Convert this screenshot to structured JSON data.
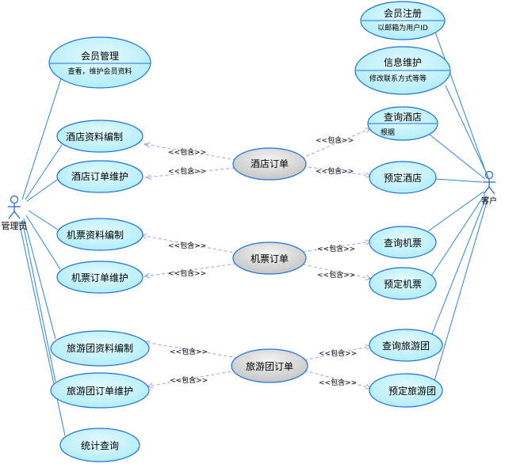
{
  "actors": {
    "admin": "管理员",
    "customer": "客户"
  },
  "include_label": "<<包含>>",
  "use_cases": {
    "member_register": {
      "title": "会员注册",
      "note": "以邮箱为用户ID"
    },
    "info_maintain": {
      "title": "信息维护",
      "note": "修改联系方式等等"
    },
    "member_manage": {
      "title": "会员管理",
      "note": "查看，维护会员资料"
    },
    "hotel_query": {
      "title": "查询酒店",
      "note": "根据"
    },
    "hotel_info_edit": {
      "title": "酒店资料编制"
    },
    "hotel_order_maintain": {
      "title": "酒店订单维护"
    },
    "hotel_order": {
      "title": "酒店订单"
    },
    "hotel_book": {
      "title": "预定酒店"
    },
    "ticket_info_edit": {
      "title": "机票资料编制"
    },
    "ticket_order_maintain": {
      "title": "机票订单维护"
    },
    "ticket_order": {
      "title": "机票订单"
    },
    "ticket_query": {
      "title": "查询机票"
    },
    "ticket_book": {
      "title": "预定机票"
    },
    "tour_info_edit": {
      "title": "旅游团资料编制"
    },
    "tour_order_maintain": {
      "title": "旅游团订单维护"
    },
    "tour_order": {
      "title": "旅游团订单"
    },
    "tour_query": {
      "title": "查询旅游团"
    },
    "tour_book": {
      "title": "预定旅游团"
    },
    "stats_query": {
      "title": "统计查询"
    }
  },
  "colors": {
    "usecase_fill": "#b8f0fa",
    "usecase_border": "#1e72d6",
    "order_fill": "#c8c8c8",
    "assoc_line": "#2a86d4",
    "include_line": "#9aa3e6"
  }
}
